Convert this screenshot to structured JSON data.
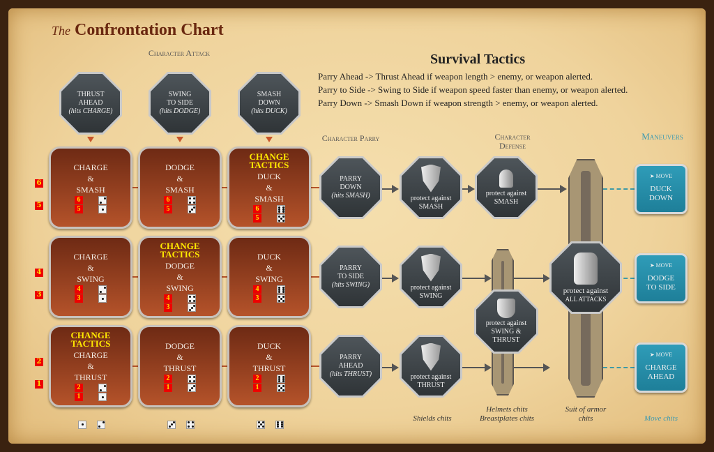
{
  "title": {
    "prefix": "The",
    "main": "Confrontation Chart"
  },
  "attack_header": "Character Attack",
  "attacks": [
    {
      "l1": "THRUST",
      "l2": "AHEAD",
      "l3": "(hits CHARGE)"
    },
    {
      "l1": "SWING",
      "l2": "TO SIDE",
      "l3": "(hits DODGE)"
    },
    {
      "l1": "SMASH",
      "l2": "DOWN",
      "l3": "(hits DUCK)"
    }
  ],
  "rows": [
    {
      "nums": [
        "6",
        "5"
      ],
      "tiles": [
        {
          "change": "",
          "a": "CHARGE",
          "amp": "&",
          "b": "SMASH",
          "dice": [
            2,
            1
          ]
        },
        {
          "change": "",
          "a": "DODGE",
          "amp": "&",
          "b": "SMASH",
          "dice": [
            4,
            3
          ]
        },
        {
          "change": "CHANGE TACTICS",
          "a": "DUCK",
          "amp": "&",
          "b": "SMASH",
          "dice": [
            6,
            5
          ]
        }
      ]
    },
    {
      "nums": [
        "4",
        "3"
      ],
      "tiles": [
        {
          "change": "",
          "a": "CHARGE",
          "amp": "&",
          "b": "SWING",
          "dice": [
            2,
            1
          ]
        },
        {
          "change": "CHANGE TACTICS",
          "a": "DODGE",
          "amp": "&",
          "b": "SWING",
          "dice": [
            4,
            3
          ]
        },
        {
          "change": "",
          "a": "DUCK",
          "amp": "&",
          "b": "SWING",
          "dice": [
            6,
            5
          ]
        }
      ]
    },
    {
      "nums": [
        "2",
        "1"
      ],
      "tiles": [
        {
          "change": "CHANGE TACTICS",
          "a": "CHARGE",
          "amp": "&",
          "b": "THRUST",
          "dice": [
            2,
            1
          ]
        },
        {
          "change": "",
          "a": "DODGE",
          "amp": "&",
          "b": "THRUST",
          "dice": [
            4,
            3
          ]
        },
        {
          "change": "",
          "a": "DUCK",
          "amp": "&",
          "b": "THRUST",
          "dice": [
            6,
            5
          ]
        }
      ]
    }
  ],
  "bottom_dice": [
    [
      1,
      2
    ],
    [
      3,
      4
    ],
    [
      5,
      6
    ]
  ],
  "tactics": {
    "title": "Survival Tactics",
    "lines": [
      "Parry Ahead -> Thrust Ahead if weapon length > enemy, or weapon alerted.",
      "Parry to Side -> Swing to Side if weapon speed faster than enemy, or weapon alerted.",
      "Parry Down -> Smash Down if weapon strength > enemy, or weapon alerted."
    ]
  },
  "parry_header": "Character Parry",
  "defense_header": "Character Defense",
  "maneuvers_header": "Maneuvers",
  "parries": [
    {
      "l1": "PARRY",
      "l2": "DOWN",
      "l3": "(hits SMASH)"
    },
    {
      "l1": "PARRY",
      "l2": "TO SIDE",
      "l3": "(hits SWING)"
    },
    {
      "l1": "PARRY",
      "l2": "AHEAD",
      "l3": "(hits THRUST)"
    }
  ],
  "shields": [
    {
      "l1": "protect against",
      "l2": "SMASH"
    },
    {
      "l1": "protect against",
      "l2": "SWING"
    },
    {
      "l1": "protect against",
      "l2": "THRUST"
    }
  ],
  "helmet": {
    "l1": "protect against",
    "l2": "SMASH"
  },
  "breastplate": {
    "l1": "protect against",
    "l2": "SWING &",
    "l3": "THRUST"
  },
  "suit": {
    "l1": "protect against",
    "l2": "ALL ATTACKS"
  },
  "moves": [
    {
      "m": "MOVE",
      "a": "DUCK",
      "b": "DOWN"
    },
    {
      "m": "MOVE",
      "a": "DODGE",
      "b": "TO SIDE"
    },
    {
      "m": "MOVE",
      "a": "CHARGE",
      "b": "AHEAD"
    }
  ],
  "captions": {
    "shields": "Shields chits",
    "helmets": "Helmets chits",
    "breastplates": "Breastplates chits",
    "suit1": "Suit of armor",
    "suit2": "chits",
    "move": "Move chits"
  }
}
